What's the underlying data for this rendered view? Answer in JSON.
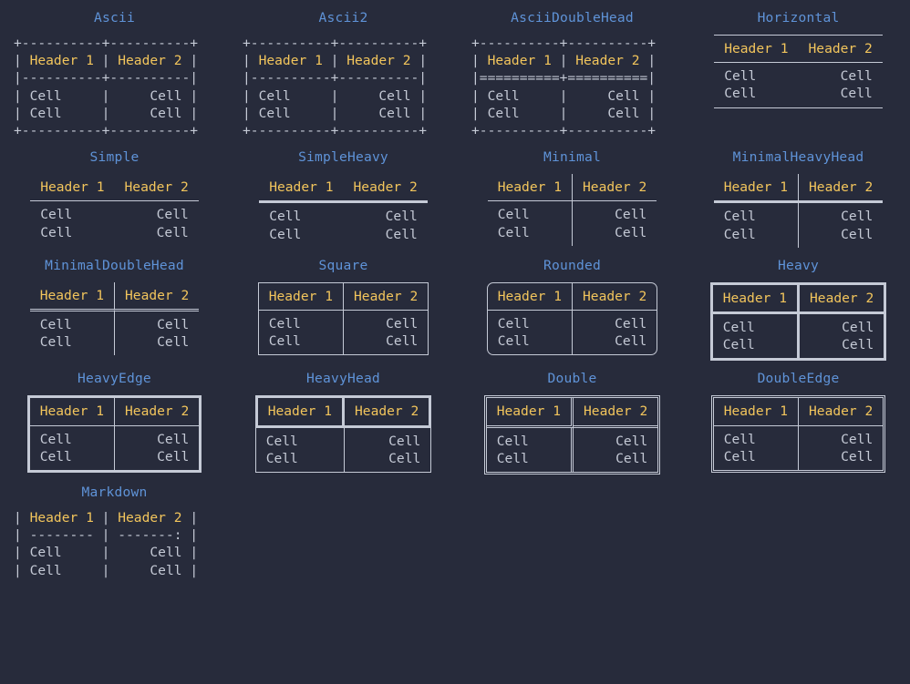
{
  "theme": {
    "background": "#272b3b",
    "caption_color": "#5f93d8",
    "header_color": "#f2c55c",
    "cell_color": "#c5cad6",
    "rule_color": "#c5cad6"
  },
  "common": {
    "header_1": "Header 1",
    "header_2": "Header 2",
    "cell": "Cell"
  },
  "tables": [
    {
      "id": "ascii",
      "caption": "Ascii",
      "render": "art",
      "lines": [
        {
          "text": "+----------+----------+",
          "kind": "rule"
        },
        {
          "segments": [
            {
              "text": "| ",
              "kind": "rule"
            },
            {
              "text": "Header 1",
              "kind": "hdr"
            },
            {
              "text": " | ",
              "kind": "rule"
            },
            {
              "text": "Header 2",
              "kind": "hdr"
            },
            {
              "text": " |",
              "kind": "rule"
            }
          ]
        },
        {
          "text": "|----------+----------|",
          "kind": "rule"
        },
        {
          "segments": [
            {
              "text": "| ",
              "kind": "rule"
            },
            {
              "text": "Cell     ",
              "kind": "cell"
            },
            {
              "text": "|",
              "kind": "rule"
            },
            {
              "text": "     Cell ",
              "kind": "cell"
            },
            {
              "text": "|",
              "kind": "rule"
            }
          ]
        },
        {
          "segments": [
            {
              "text": "| ",
              "kind": "rule"
            },
            {
              "text": "Cell     ",
              "kind": "cell"
            },
            {
              "text": "|",
              "kind": "rule"
            },
            {
              "text": "     Cell ",
              "kind": "cell"
            },
            {
              "text": "|",
              "kind": "rule"
            }
          ]
        },
        {
          "text": "+----------+----------+",
          "kind": "rule"
        }
      ]
    },
    {
      "id": "ascii2",
      "caption": "Ascii2",
      "render": "art",
      "lines": [
        {
          "text": "+----------+----------+",
          "kind": "rule"
        },
        {
          "segments": [
            {
              "text": "| ",
              "kind": "rule"
            },
            {
              "text": "Header 1",
              "kind": "hdr"
            },
            {
              "text": " | ",
              "kind": "rule"
            },
            {
              "text": "Header 2",
              "kind": "hdr"
            },
            {
              "text": " |",
              "kind": "rule"
            }
          ]
        },
        {
          "text": "|----------+----------|",
          "kind": "rule"
        },
        {
          "segments": [
            {
              "text": "| ",
              "kind": "rule"
            },
            {
              "text": "Cell     ",
              "kind": "cell"
            },
            {
              "text": "|",
              "kind": "rule"
            },
            {
              "text": "     Cell ",
              "kind": "cell"
            },
            {
              "text": "|",
              "kind": "rule"
            }
          ]
        },
        {
          "segments": [
            {
              "text": "| ",
              "kind": "rule"
            },
            {
              "text": "Cell     ",
              "kind": "cell"
            },
            {
              "text": "|",
              "kind": "rule"
            },
            {
              "text": "     Cell ",
              "kind": "cell"
            },
            {
              "text": "|",
              "kind": "rule"
            }
          ]
        },
        {
          "text": "+----------+----------+",
          "kind": "rule"
        }
      ]
    },
    {
      "id": "asciidoublehead",
      "caption": "AsciiDoubleHead",
      "render": "art",
      "lines": [
        {
          "text": "+----------+----------+",
          "kind": "rule"
        },
        {
          "segments": [
            {
              "text": "| ",
              "kind": "rule"
            },
            {
              "text": "Header 1",
              "kind": "hdr"
            },
            {
              "text": " | ",
              "kind": "rule"
            },
            {
              "text": "Header 2",
              "kind": "hdr"
            },
            {
              "text": " |",
              "kind": "rule"
            }
          ]
        },
        {
          "text": "|==========+==========|",
          "kind": "rule"
        },
        {
          "segments": [
            {
              "text": "| ",
              "kind": "rule"
            },
            {
              "text": "Cell     ",
              "kind": "cell"
            },
            {
              "text": "|",
              "kind": "rule"
            },
            {
              "text": "     Cell ",
              "kind": "cell"
            },
            {
              "text": "|",
              "kind": "rule"
            }
          ]
        },
        {
          "segments": [
            {
              "text": "| ",
              "kind": "rule"
            },
            {
              "text": "Cell     ",
              "kind": "cell"
            },
            {
              "text": "|",
              "kind": "rule"
            },
            {
              "text": "     Cell ",
              "kind": "cell"
            },
            {
              "text": "|",
              "kind": "rule"
            }
          ]
        },
        {
          "text": "+----------+----------+",
          "kind": "rule"
        }
      ]
    },
    {
      "id": "horizontal",
      "caption": "Horizontal",
      "render": "box",
      "style_class": "t-horizontal"
    },
    {
      "id": "simple",
      "caption": "Simple",
      "render": "box",
      "style_class": "t-simple"
    },
    {
      "id": "simpleheavy",
      "caption": "SimpleHeavy",
      "render": "box",
      "style_class": "t-simpleheavy"
    },
    {
      "id": "minimal",
      "caption": "Minimal",
      "render": "box",
      "style_class": "t-minimal"
    },
    {
      "id": "minimalheavyhead",
      "caption": "MinimalHeavyHead",
      "render": "box",
      "style_class": "t-minimalheavyhead"
    },
    {
      "id": "minimaldoublehead",
      "caption": "MinimalDoubleHead",
      "render": "box",
      "style_class": "t-minimaldoublehead"
    },
    {
      "id": "square",
      "caption": "Square",
      "render": "box",
      "style_class": "t-square"
    },
    {
      "id": "rounded",
      "caption": "Rounded",
      "render": "box",
      "style_class": "t-rounded"
    },
    {
      "id": "heavy",
      "caption": "Heavy",
      "render": "box",
      "style_class": "t-heavy"
    },
    {
      "id": "heavyedge",
      "caption": "HeavyEdge",
      "render": "box",
      "style_class": "t-heavyedge"
    },
    {
      "id": "heavyhead",
      "caption": "HeavyHead",
      "render": "box",
      "style_class": "t-heavyhead"
    },
    {
      "id": "double",
      "caption": "Double",
      "render": "box",
      "style_class": "t-double"
    },
    {
      "id": "doubleedge",
      "caption": "DoubleEdge",
      "render": "box",
      "style_class": "t-doubleedge"
    },
    {
      "id": "markdown",
      "caption": "Markdown",
      "render": "art",
      "lines": [
        {
          "segments": [
            {
              "text": "| ",
              "kind": "rule"
            },
            {
              "text": "Header 1",
              "kind": "hdr"
            },
            {
              "text": " | ",
              "kind": "rule"
            },
            {
              "text": "Header 2",
              "kind": "hdr"
            },
            {
              "text": " |",
              "kind": "rule"
            }
          ]
        },
        {
          "text": "| -------- | -------: |",
          "kind": "rule"
        },
        {
          "segments": [
            {
              "text": "| ",
              "kind": "rule"
            },
            {
              "text": "Cell    ",
              "kind": "cell"
            },
            {
              "text": " | ",
              "kind": "rule"
            },
            {
              "text": "    Cell",
              "kind": "cell"
            },
            {
              "text": " |",
              "kind": "rule"
            }
          ]
        },
        {
          "segments": [
            {
              "text": "| ",
              "kind": "rule"
            },
            {
              "text": "Cell    ",
              "kind": "cell"
            },
            {
              "text": " | ",
              "kind": "rule"
            },
            {
              "text": "    Cell",
              "kind": "cell"
            },
            {
              "text": " |",
              "kind": "rule"
            }
          ]
        }
      ]
    }
  ]
}
